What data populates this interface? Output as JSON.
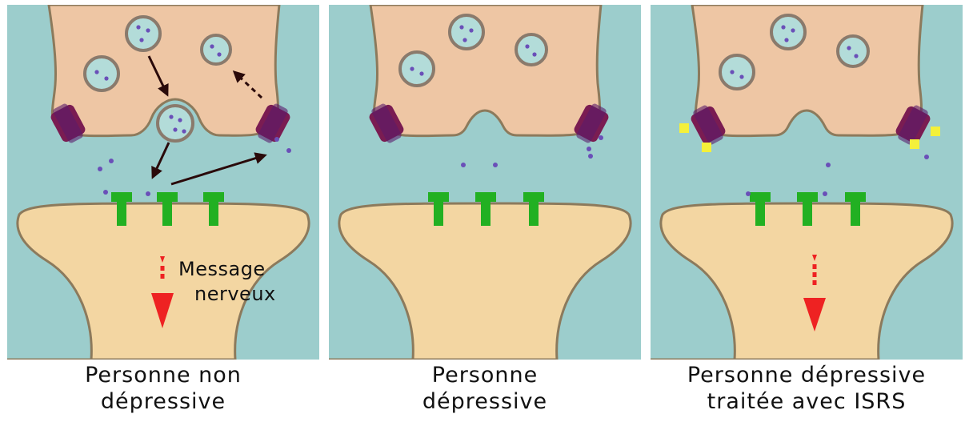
{
  "colors": {
    "cleft": "#9ccdcc",
    "presynaptic": "#eec6a4",
    "postsynaptic": "#f3d6a2",
    "membrane": "#8c7a5c",
    "vesicle_fill": "#b3dcd9",
    "vesicle_rim": "#8a7a6c",
    "neurotransmitter": "#6a4fb8",
    "transporter": "#7a1c52",
    "receptor": "#22b022",
    "arrow": "#2a0a0a",
    "message_arrow": "#ee2222",
    "ssri": "#f4f03a"
  },
  "panels": [
    {
      "id": "non-depressed",
      "caption_lines": [
        "Personne non",
        "dépressive"
      ],
      "message_label_lines": [
        "Message",
        "nerveux"
      ]
    },
    {
      "id": "depressed",
      "caption_lines": [
        "Personne",
        "dépressive"
      ]
    },
    {
      "id": "treated-ssri",
      "caption_lines": [
        "Personne dépressive",
        "traitée avec ISRS"
      ]
    }
  ]
}
